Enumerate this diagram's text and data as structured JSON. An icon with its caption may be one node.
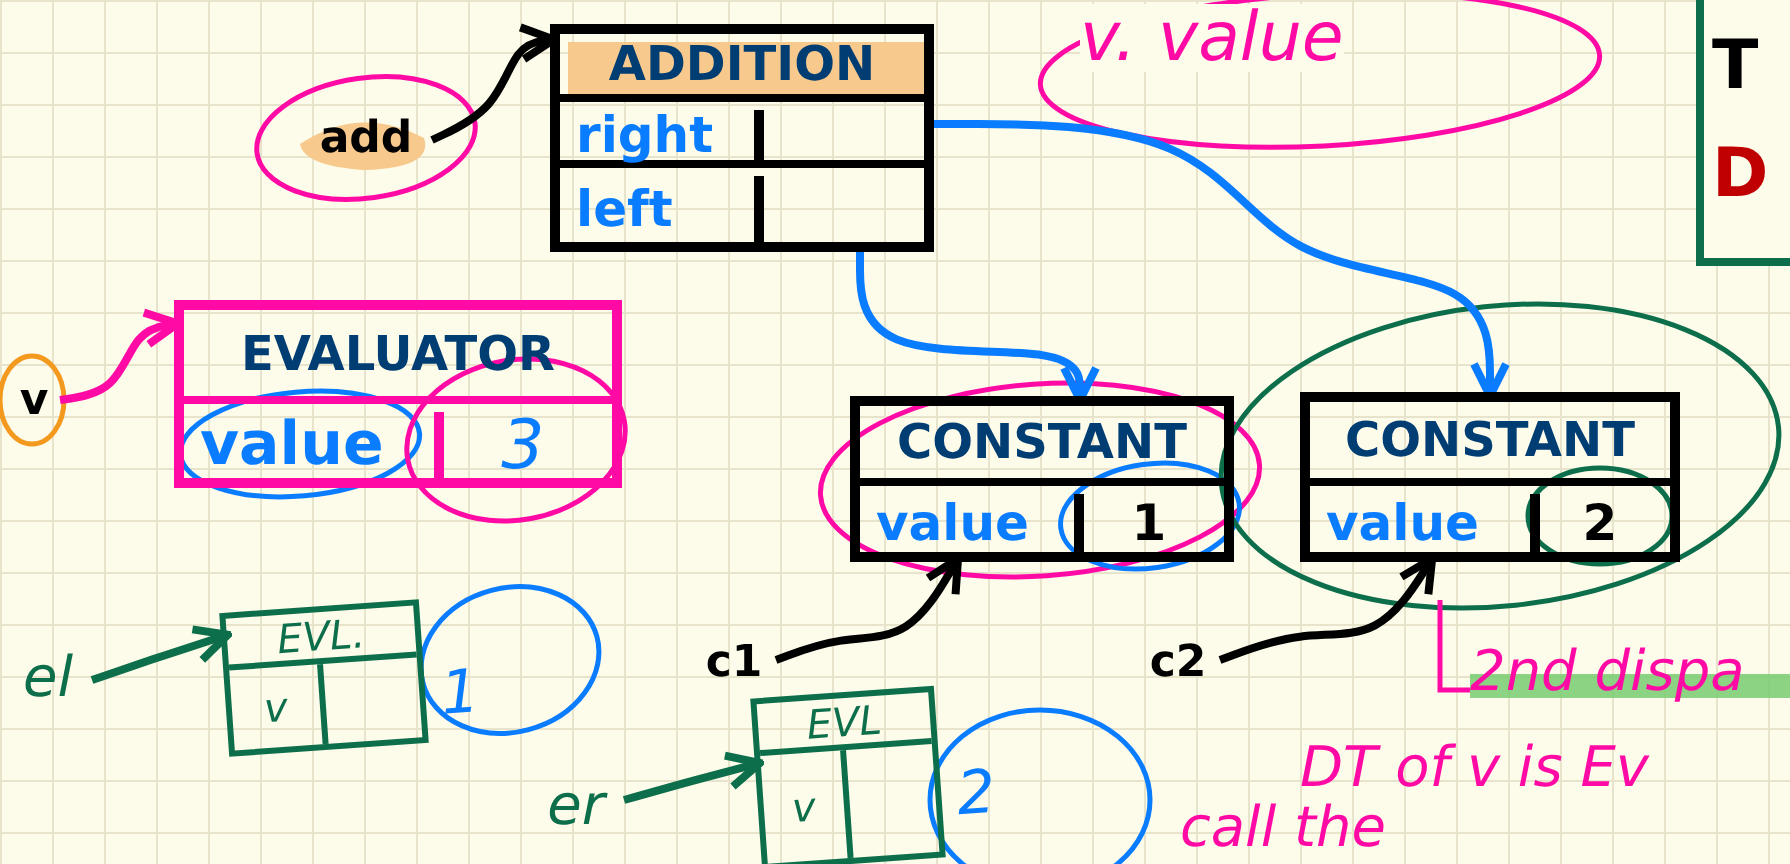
{
  "diagram": {
    "nodes": [
      {
        "text": [
          "add"
        ]
      },
      {
        "text": [
          "ADDITION",
          "right",
          "left"
        ]
      },
      {
        "text": [
          "v"
        ]
      },
      {
        "text": [
          "EVALUATOR",
          "value",
          "3"
        ]
      },
      {
        "text": [
          "CONSTANT",
          "value",
          "1"
        ]
      },
      {
        "text": [
          "CONSTANT",
          "value",
          "2"
        ]
      },
      {
        "text": [
          "T",
          "D"
        ]
      },
      {
        "text": [
          "el"
        ]
      },
      {
        "text": [
          "EVL.",
          "v",
          "1"
        ]
      },
      {
        "text": [
          "c1"
        ]
      },
      {
        "text": [
          "c2"
        ]
      },
      {
        "text": [
          "er"
        ]
      },
      {
        "text": [
          "EVL",
          "v",
          "2"
        ]
      }
    ],
    "edges": [
      {
        "from": 0,
        "to": 1,
        "arrow": "to"
      },
      {
        "from": 2,
        "to": 3,
        "arrow": "to",
        "color": "#ff0aa5"
      },
      {
        "from": 1,
        "to": 5,
        "arrow": "to",
        "color": "#0a7cff"
      },
      {
        "from": 1,
        "to": 4,
        "arrow": "to",
        "color": "#0a7cff"
      },
      {
        "from": 9,
        "to": 4,
        "arrow": "to"
      },
      {
        "from": 10,
        "to": 5,
        "arrow": "to"
      },
      {
        "from": 7,
        "to": 8,
        "arrow": "to",
        "color": "#0c6e4a"
      },
      {
        "from": 11,
        "to": 12,
        "arrow": "to",
        "color": "#0c6e4a"
      }
    ],
    "labels": [
      "v. value",
      "2nd dispa",
      "DT of v is Ev",
      "call the"
    ]
  }
}
